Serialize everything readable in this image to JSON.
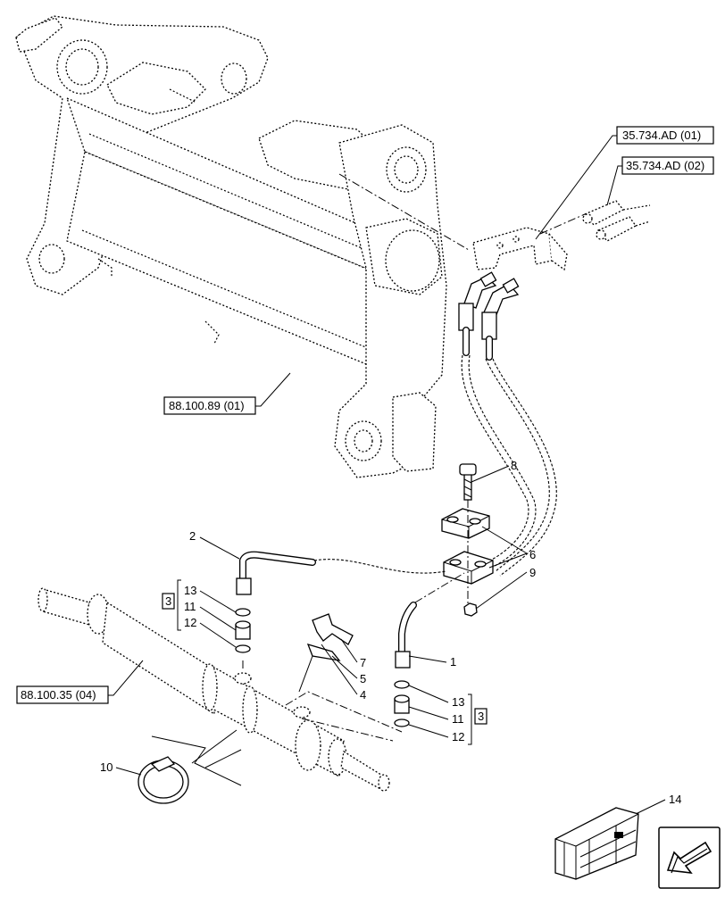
{
  "references": {
    "ref_35734_01": "35.734.AD (01)",
    "ref_35734_02": "35.734.AD (02)",
    "ref_88100_89": "88.100.89 (01)",
    "ref_88100_35": "88.100.35 (04)"
  },
  "callouts": {
    "c1": "1",
    "c2": "2",
    "c4": "4",
    "c5": "5",
    "c6": "6",
    "c7": "7",
    "c8": "8",
    "c9": "9",
    "c10": "10",
    "c14": "14",
    "left_13": "13",
    "left_11": "11",
    "left_12": "12",
    "right_13": "13",
    "right_11": "11",
    "right_12": "12"
  },
  "groups": {
    "left_kit": "3",
    "right_kit": "3"
  },
  "icons": {
    "nav_arrow": "arrow-down-left-icon",
    "crate": "shipping-crate-icon"
  }
}
